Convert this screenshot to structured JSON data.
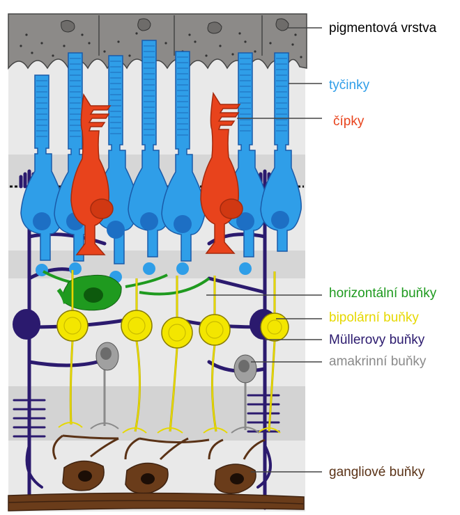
{
  "labels": {
    "pigment": "pigmentová vrstva",
    "rods": "tyčinky",
    "cones": "čípky",
    "horizontal": "horizontální buňky",
    "bipolar": "bipolární buňky",
    "muller": "Müllerovy buňky",
    "amacrine": "amakrinní buňky",
    "ganglion": "gangliové buňky"
  },
  "colors": {
    "pigment": "#000000",
    "rods": "#2f9ee8",
    "cones": "#e8431c",
    "horizontal": "#1f9a1f",
    "bipolar": "#e6d800",
    "muller": "#2b1a6e",
    "amacrine": "#8a8a8a",
    "ganglion": "#5a3216"
  }
}
